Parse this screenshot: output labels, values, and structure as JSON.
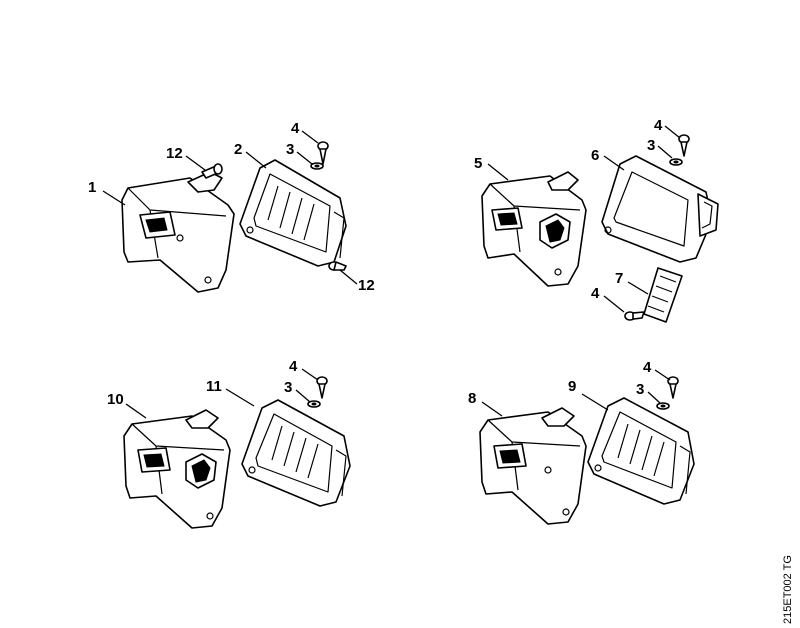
{
  "drawing_code": "215ET002 TG",
  "groups": {
    "top_left": {
      "labels": [
        "1",
        "12",
        "2",
        "4",
        "3",
        "12"
      ]
    },
    "top_right": {
      "labels": [
        "5",
        "6",
        "4",
        "3",
        "7",
        "4"
      ]
    },
    "bottom_left": {
      "labels": [
        "10",
        "11",
        "4",
        "3"
      ]
    },
    "bottom_right": {
      "labels": [
        "8",
        "9",
        "4",
        "3"
      ]
    }
  }
}
